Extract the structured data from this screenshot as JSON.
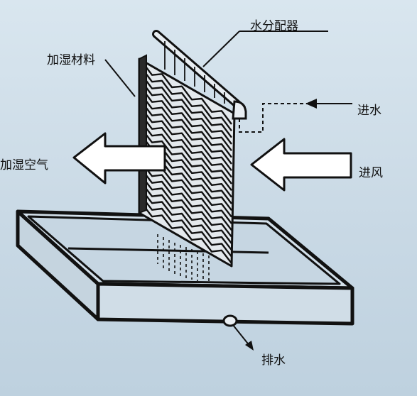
{
  "labels": {
    "water_distributor": "水分配器",
    "humidifying_media": "加湿材料",
    "water_inlet": "进水",
    "humidified_air": "加湿空气",
    "air_inlet": "进风",
    "drain": "排水"
  },
  "colors": {
    "background": "#cddde8",
    "line": "#111111",
    "arrow_fill": "#ffffff",
    "media_fill": "#e6eaee"
  }
}
